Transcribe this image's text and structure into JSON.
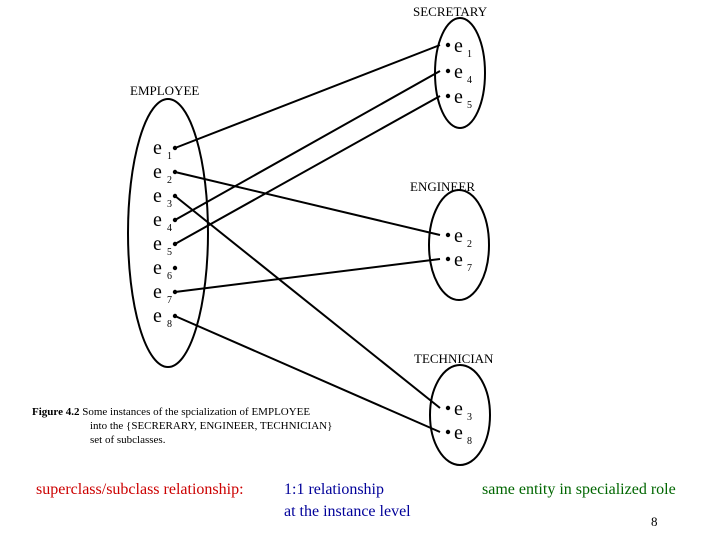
{
  "diagram": {
    "sets": {
      "employee": {
        "title": "EMPLOYEE",
        "elements": [
          "1",
          "2",
          "3",
          "4",
          "5",
          "6",
          "7",
          "8"
        ]
      },
      "secretary": {
        "title": "SECRETARY",
        "elements": [
          "1",
          "4",
          "5"
        ]
      },
      "engineer": {
        "title": "ENGINEER",
        "elements": [
          "2",
          "7"
        ]
      },
      "technician": {
        "title": "TECHNICIAN",
        "elements": [
          "3",
          "8"
        ]
      }
    },
    "element_letter": "e",
    "mappings": [
      {
        "from": "e1",
        "to": "secretary"
      },
      {
        "from": "e2",
        "to": "engineer"
      },
      {
        "from": "e3",
        "to": "technician"
      },
      {
        "from": "e4",
        "to": "secretary"
      },
      {
        "from": "e5",
        "to": "secretary"
      },
      {
        "from": "e7",
        "to": "engineer"
      },
      {
        "from": "e8",
        "to": "technician"
      }
    ]
  },
  "caption": {
    "label": "Figure 4.2",
    "text_line1": "Some instances of the spcialization of EMPLOYEE",
    "text_line2": "into the {SECRERARY, ENGINEER, TECHNICIAN}",
    "text_line3": "set of subclasses."
  },
  "notes": {
    "red": "superclass/subclass  relationship:",
    "blue_line1": "1:1 relationship",
    "blue_line2": "at the instance level",
    "green": "same entity in specialized role"
  },
  "page_number": "8",
  "colors": {
    "red": "#cc0000",
    "blue": "#000099",
    "green": "#006600"
  }
}
